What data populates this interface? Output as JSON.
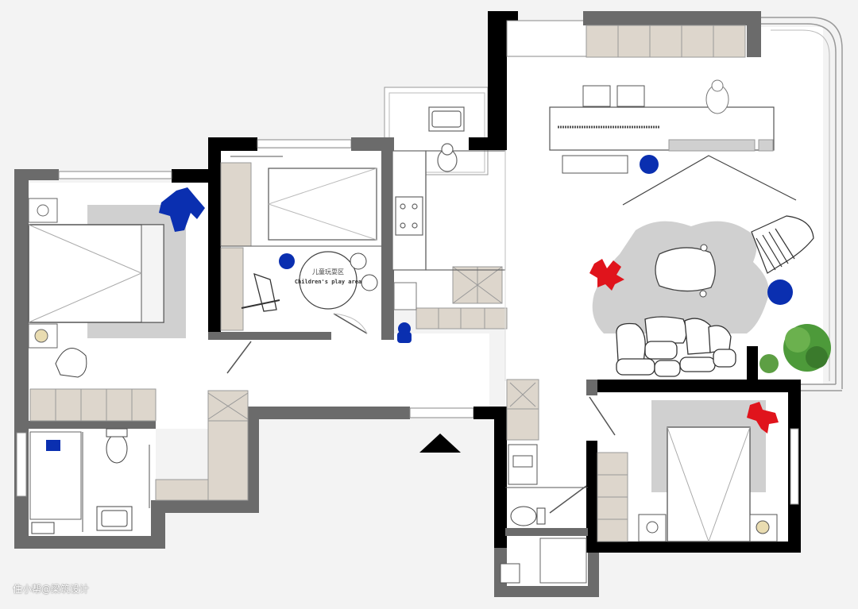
{
  "plan": {
    "play_area_label_cn": "儿童玩耍区",
    "play_area_label_en": "Children's play area",
    "watermark": "住小帮@梁筑设计"
  },
  "colors": {
    "background": "#f3f3f3",
    "wall_dark": "#000000",
    "wall_gray": "#6b6b6b",
    "floor": "#ffffff",
    "cabinet": "#ddd6cc",
    "rug": "#d0d0d0",
    "chair_blue": "#0a2fb0",
    "coral_red": "#e0141c",
    "plant_green": "#4d9a3a"
  },
  "icons": [
    "bed-icon",
    "toilet-icon",
    "sink-icon",
    "stove-icon",
    "sofa-icon",
    "table-icon",
    "lounge-chair-icon",
    "plant-icon",
    "entrance-arrow-icon"
  ]
}
